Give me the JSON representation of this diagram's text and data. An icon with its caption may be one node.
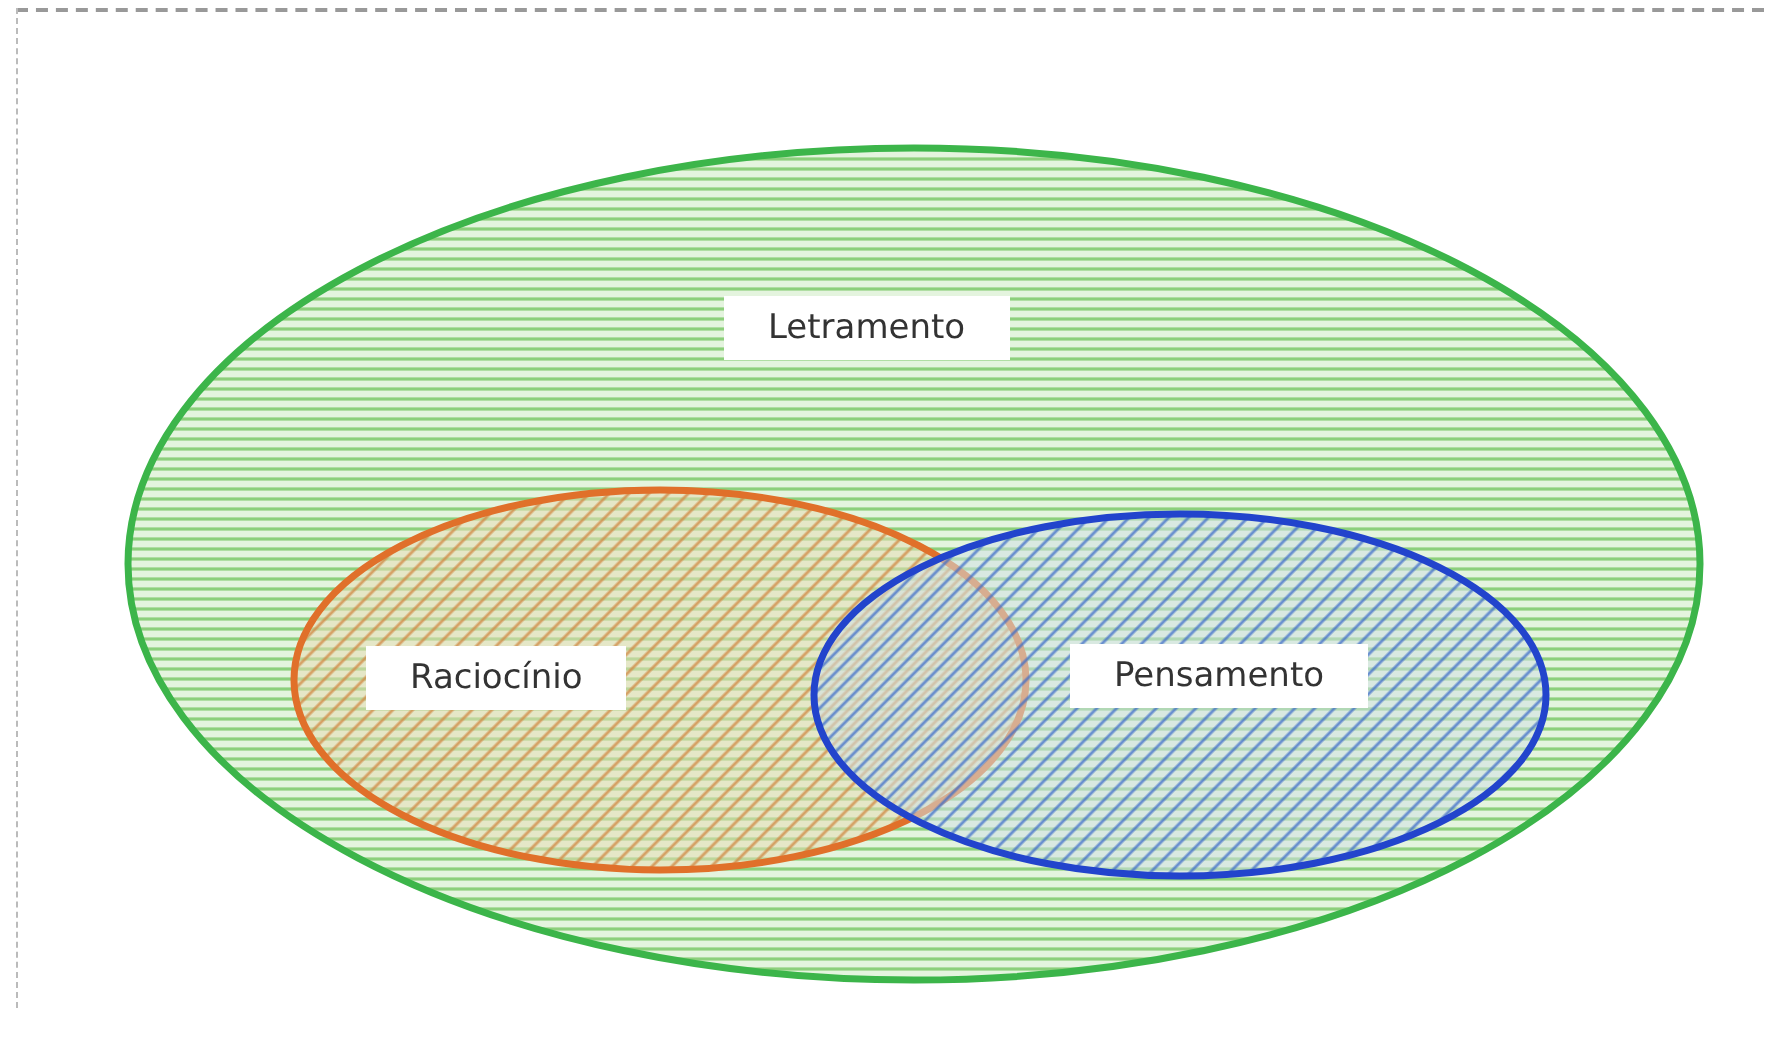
{
  "diagram": {
    "nodes": [
      {
        "text": [
          "Letramento"
        ]
      },
      {
        "text": [
          "Raciocínio"
        ],
        "in": 0
      },
      {
        "text": [
          "Pensamento"
        ],
        "in": 0
      }
    ],
    "edges": []
  }
}
